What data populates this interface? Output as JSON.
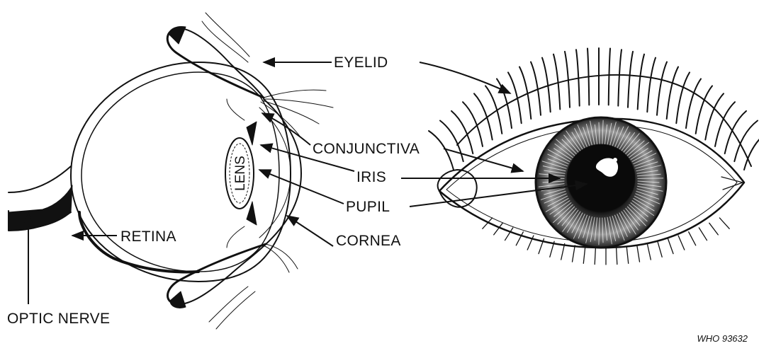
{
  "labels": {
    "eyelid": "EYELID",
    "conjunctiva": "CONJUNCTIVA",
    "iris": "IRIS",
    "pupil": "PUPIL",
    "cornea": "CORNEA",
    "retina": "RETINA",
    "optic_nerve": "OPTIC NERVE",
    "lens": "LENS"
  },
  "credit": "WHO 93632",
  "colors": {
    "ink": "#111111",
    "paper": "#ffffff"
  }
}
